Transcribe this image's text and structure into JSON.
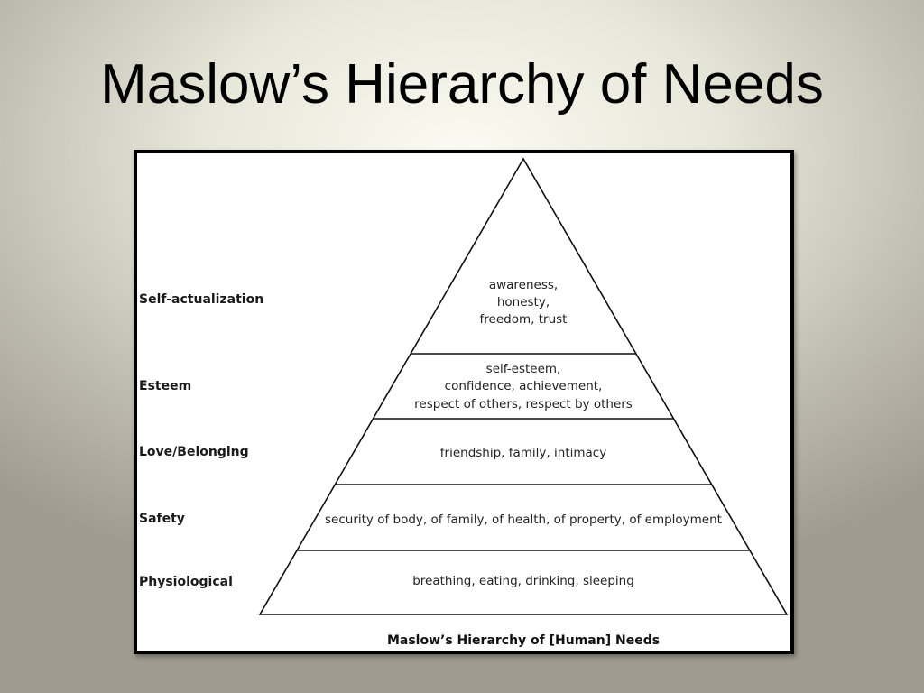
{
  "title": "Maslow’s Hierarchy of Needs",
  "diagram": {
    "caption": "Maslow’s Hierarchy of [Human] Needs",
    "levels": [
      {
        "name": "Self-actualization",
        "lines": [
          "awareness,",
          "honesty,",
          "freedom, trust"
        ]
      },
      {
        "name": "Esteem",
        "lines": [
          "self-esteem,",
          "confidence, achievement,",
          "respect of others, respect by others"
        ]
      },
      {
        "name": "Love/Belonging",
        "lines": [
          "friendship, family, intimacy"
        ]
      },
      {
        "name": "Safety",
        "lines": [
          "security of body, of family, of health, of property, of employment"
        ]
      },
      {
        "name": "Physiological",
        "lines": [
          "breathing, eating, drinking, sleeping"
        ]
      }
    ]
  }
}
